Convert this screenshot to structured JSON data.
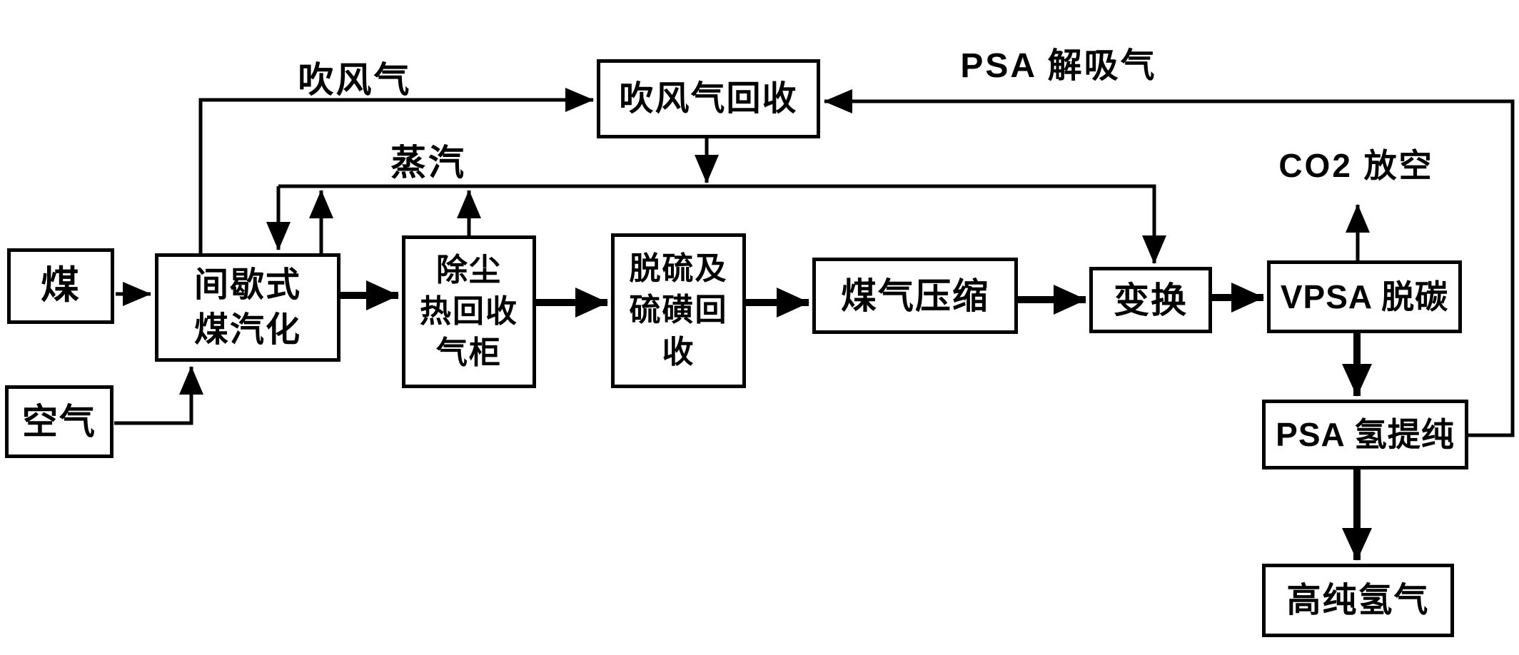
{
  "diagram": {
    "type": "process-flow",
    "language": "zh",
    "colors": {
      "ink": "#000000",
      "background": "#ffffff"
    },
    "nodes": {
      "coal": {
        "label": "煤"
      },
      "air": {
        "label": "空气"
      },
      "gasifier": {
        "label": "间歇式\n煤汽化"
      },
      "dust_recovery": {
        "label": "除尘\n热回收\n气柜"
      },
      "desulfurization": {
        "label": "脱硫及\n硫磺回\n收"
      },
      "blowgas_recovery": {
        "label": "吹风气回收"
      },
      "compression": {
        "label": "煤气压缩"
      },
      "shift": {
        "label": "变换"
      },
      "vpsa": {
        "label": "VPSA 脱碳"
      },
      "psa": {
        "label": "PSA 氢提纯"
      },
      "h2_product": {
        "label": "高纯氢气"
      }
    },
    "edge_labels": {
      "blow_gas": "吹风气",
      "steam": "蒸汽",
      "psa_desorption": "PSA 解吸气",
      "co2_vent": "CO2 放空"
    }
  }
}
